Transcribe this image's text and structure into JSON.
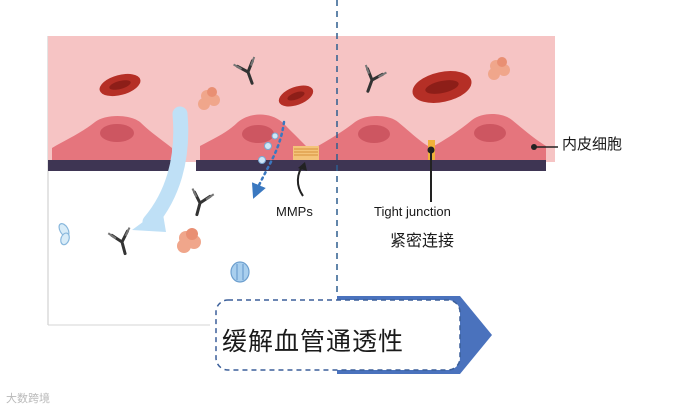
{
  "labels": {
    "endothelial_cell": "内皮细胞",
    "mmps": "MMPs",
    "tight_junction_en": "Tight junction",
    "tight_junction_cn": "紧密连接"
  },
  "banner": {
    "text": "缓解血管通透性"
  },
  "watermark": "大数跨境",
  "colors": {
    "vessel_lumen": "#f6c4c4",
    "cell_body": "#e5757d",
    "nucleus": "#cd5661",
    "basement_membrane": "#3e3553",
    "red_blood_cell": "#b52f26",
    "leak_arrow": "#bfe0f6",
    "banner_blue": "#4a72bd",
    "banner_outline": "#3b5f9a"
  },
  "icons": [
    "antibody-icon",
    "red-blood-cell-icon",
    "protein-icon",
    "leak-arrow-icon",
    "tight-junction-icon"
  ]
}
